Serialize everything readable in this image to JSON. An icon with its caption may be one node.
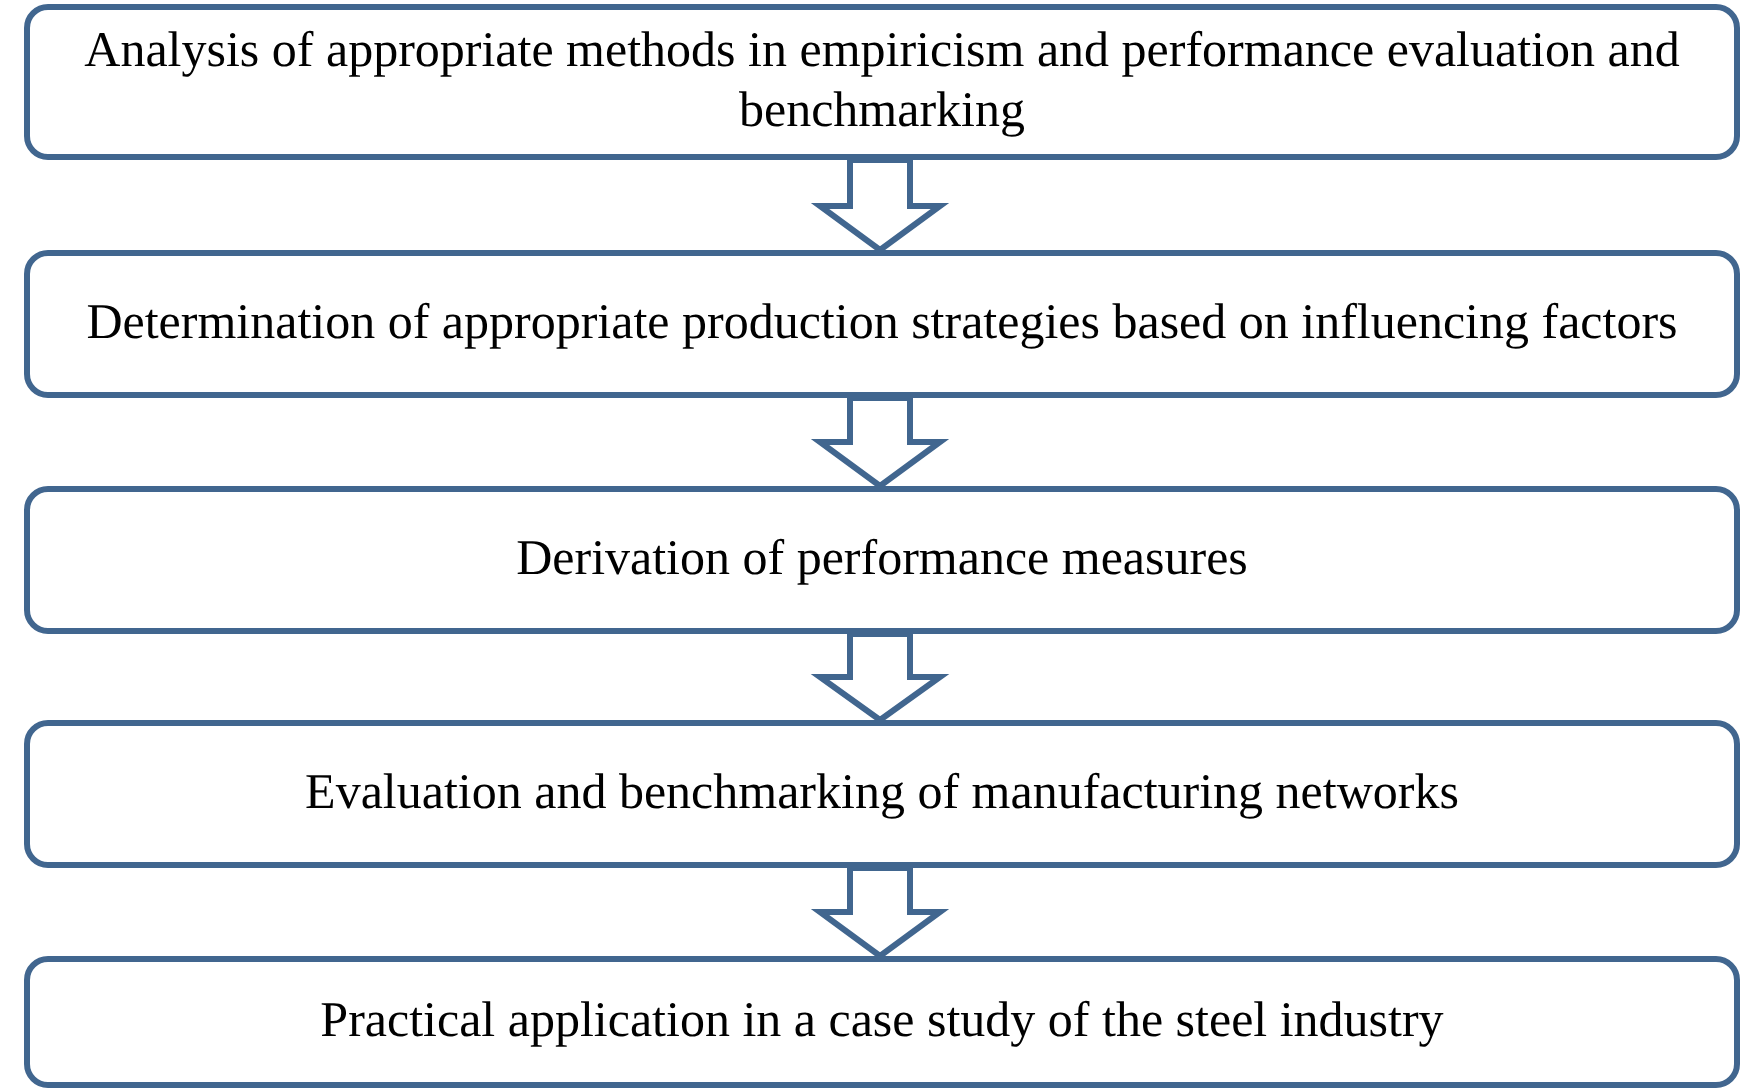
{
  "diagram": {
    "nodes": [
      {
        "text": [
          "Analysis of appropriate methods in empiricism and performance evaluation and benchmarking"
        ]
      },
      {
        "text": [
          "Determination of appropriate production strategies based on influencing factors"
        ]
      },
      {
        "text": [
          "Derivation of performance measures"
        ]
      },
      {
        "text": [
          "Evaluation and benchmarking of manufacturing networks"
        ]
      },
      {
        "text": [
          "Practical application in a case study of the steel industry"
        ]
      }
    ],
    "edges": [
      {
        "from": 0,
        "to": 1,
        "arrow": "to"
      },
      {
        "from": 1,
        "to": 2,
        "arrow": "to"
      },
      {
        "from": 2,
        "to": 3,
        "arrow": "to"
      },
      {
        "from": 3,
        "to": 4,
        "arrow": "to"
      }
    ]
  }
}
